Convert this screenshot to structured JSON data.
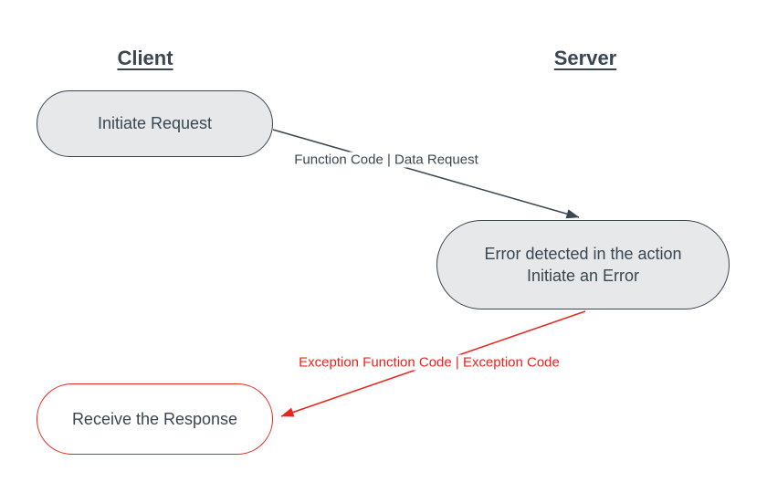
{
  "diagram": {
    "type": "flow-diagram",
    "colors": {
      "dark_slate": "#3a4651",
      "node_fill_gray": "#e6e8ea",
      "error_red": "#e8251e",
      "background": "#ffffff"
    },
    "lanes": {
      "client": "Client",
      "server": "Server"
    },
    "nodes": {
      "initiate_request": {
        "label": "Initiate Request"
      },
      "error_detected": {
        "line1": "Error detected in the action",
        "line2": "Initiate an Error"
      },
      "receive_response": {
        "label": "Receive the Response"
      }
    },
    "edges": {
      "request": {
        "label": "Function Code | Data Request",
        "color": "#3a4651",
        "from": "initiate_request",
        "to": "error_detected"
      },
      "exception": {
        "label": "Exception Function Code | Exception Code",
        "color": "#e8251e",
        "from": "error_detected",
        "to": "receive_response"
      }
    }
  }
}
